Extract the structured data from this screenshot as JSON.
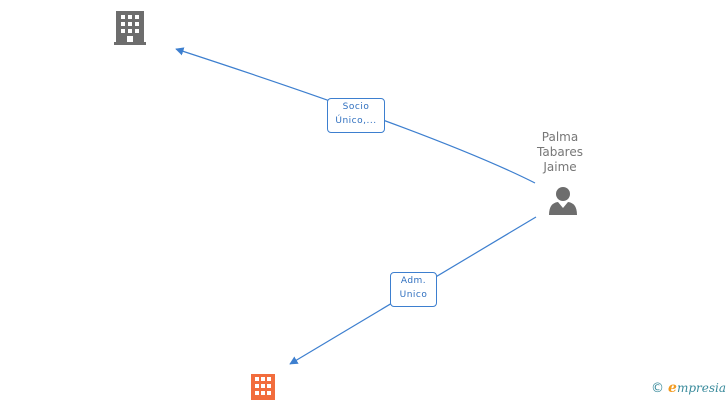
{
  "nodes": {
    "company_top": {
      "type": "company",
      "color": "#6d6d6d"
    },
    "company_bottom": {
      "type": "company",
      "color": "#f26d3d"
    },
    "person": {
      "type": "person",
      "color": "#6d6d6d",
      "name_lines": [
        "Palma",
        "Tabares",
        "Jaime"
      ]
    }
  },
  "edges": [
    {
      "from": "person",
      "to": "company_top",
      "label_lines": [
        "Socio",
        "Único,..."
      ]
    },
    {
      "from": "person",
      "to": "company_bottom",
      "label_lines": [
        "Adm.",
        "Unico"
      ]
    }
  ],
  "colors": {
    "edge": "#3d7fcf"
  },
  "brand": {
    "copyright": "©",
    "initial": "e",
    "rest": "mpresia"
  }
}
